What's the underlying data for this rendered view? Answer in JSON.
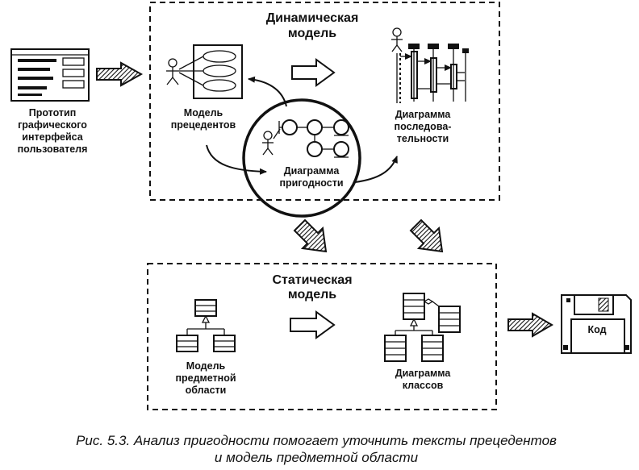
{
  "dynamic_model": {
    "title_line1": "Динамическая",
    "title_line2": "модель"
  },
  "static_model": {
    "title_line1": "Статическая",
    "title_line2": "модель"
  },
  "gui_prototype": {
    "line1": "Прототип",
    "line2": "графического",
    "line3": "интерфейса",
    "line4": "пользователя"
  },
  "use_case_model": {
    "line1": "Модель",
    "line2": "прецедентов"
  },
  "robustness_diagram": {
    "line1": "Диаграмма",
    "line2": "пригодности"
  },
  "sequence_diagram": {
    "line1": "Диаграмма",
    "line2": "последова-",
    "line3": "тельности"
  },
  "domain_model": {
    "line1": "Модель",
    "line2": "предметной",
    "line3": "области"
  },
  "class_diagram": {
    "line1": "Диаграмма",
    "line2": "классов"
  },
  "code": {
    "label": "Код"
  },
  "caption": {
    "line1": "Рис. 5.3. Анализ пригодности помогает уточнить тексты прецедентов",
    "line2": "и модель предметной области"
  }
}
